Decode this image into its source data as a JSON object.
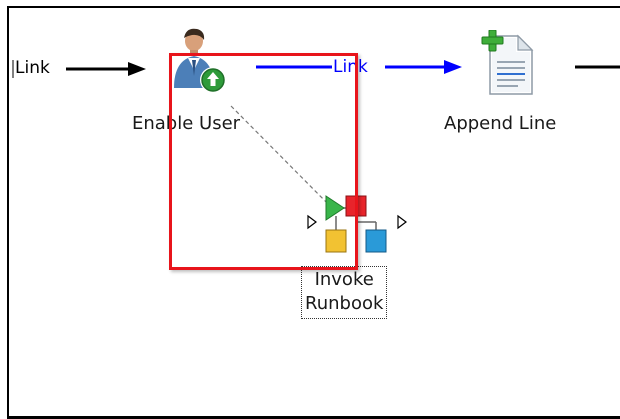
{
  "canvas": {
    "incoming_link_label": "Link",
    "middle_link_label": "Link"
  },
  "activities": {
    "enable_user": {
      "label": "Enable User",
      "icon": "user-enable-icon"
    },
    "append_line": {
      "label": "Append Line",
      "icon": "document-add-icon"
    },
    "invoke_runbook": {
      "label_line1": "Invoke",
      "label_line2": "Runbook",
      "icon": "runbook-flow-icon"
    }
  },
  "colors": {
    "link_default": "#000000",
    "link_selected": "#0000ff",
    "selection": "#e8141b",
    "enable_badge": "#2e9b3a"
  }
}
